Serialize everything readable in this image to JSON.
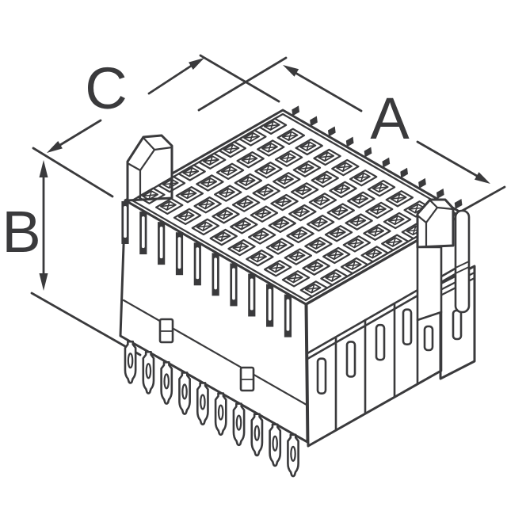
{
  "image": {
    "description": "Isometric technical line drawing of a multi-position press-fit backplane connector with dimension callouts",
    "background_color": "#ffffff",
    "line_color": "#3a3a3c"
  },
  "dimensions": {
    "a": {
      "label": "A",
      "meaning": "length along castellated top edge"
    },
    "b": {
      "label": "B",
      "meaning": "height of housing"
    },
    "c": {
      "label": "C",
      "meaning": "depth along top-left edge"
    }
  },
  "connector": {
    "wafer_count": 10,
    "contacts_per_wafer": 7,
    "total_positions": 70,
    "press_fit_pin_count": 10,
    "wafer_slot_count": 10,
    "castellation_count": 10,
    "front_panel_slot_count": 6,
    "board_lock_tab_count": 2,
    "keying_post_count": 2
  }
}
